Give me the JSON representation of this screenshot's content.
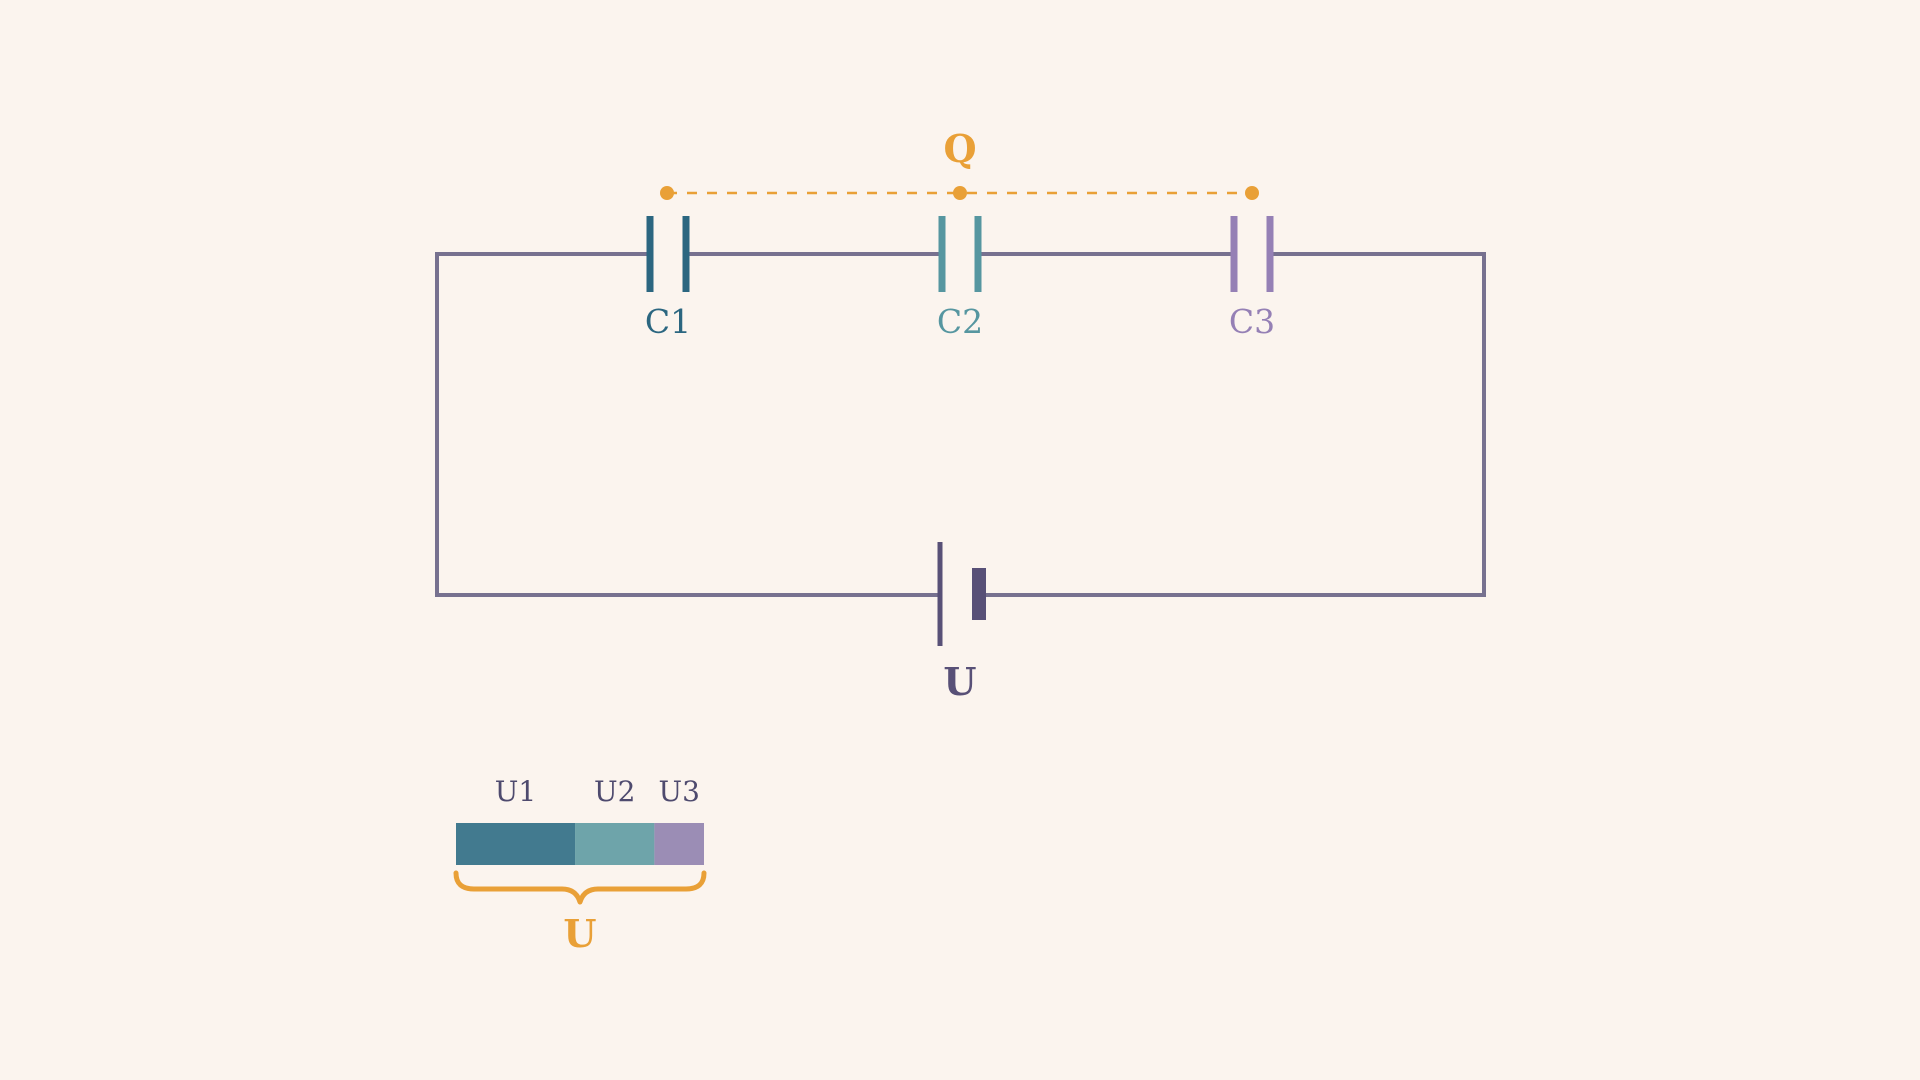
{
  "charge_label": "Q",
  "battery": {
    "label": "U"
  },
  "capacitors": [
    {
      "label": "C1",
      "color": "#2b6680"
    },
    {
      "label": "C2",
      "color": "#5696a0"
    },
    {
      "label": "C3",
      "color": "#9580b5"
    }
  ],
  "voltage_split": {
    "total_label": "U",
    "segments": [
      {
        "label": "U1",
        "share": 0.48,
        "color": "#427a8f"
      },
      {
        "label": "U2",
        "share": 0.32,
        "color": "#6ea4aa"
      },
      {
        "label": "U3",
        "share": 0.2,
        "color": "#9b8db5"
      }
    ]
  },
  "colors": {
    "background": "#fbf4ee",
    "wire": "#77718f",
    "battery": "#585077",
    "charge_accent": "#e9a037",
    "label_text": "#4e4a6e"
  }
}
